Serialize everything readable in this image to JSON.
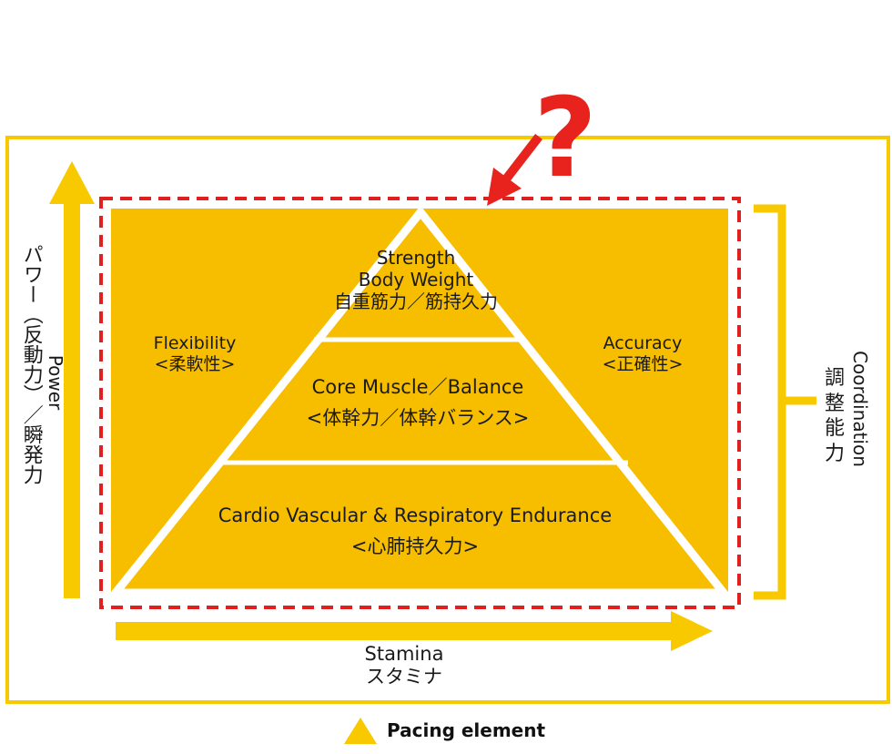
{
  "colors": {
    "fill": "#F7BE00",
    "frame": "#F9C900",
    "dashed": "#E0201E",
    "arrow_mark": "#E8231D"
  },
  "pyramid": {
    "top": {
      "line1": "Strength",
      "line2": "Body Weight",
      "line3": "自重筋力／筋持久力"
    },
    "middle": {
      "line1": "Core Muscle／Balance",
      "line2": "<体幹力／体幹バランス>"
    },
    "bottom": {
      "line1": "Cardio Vascular & Respiratory Endurance",
      "line2": "<心肺持久力>"
    }
  },
  "flexibility": {
    "en": "Flexibility",
    "jp": "<柔軟性>"
  },
  "accuracy": {
    "en": "Accuracy",
    "jp": "<正確性>"
  },
  "power": {
    "en": "Power",
    "jp_lines": [
      "パワー",
      "（反",
      "動力）",
      "／瞬",
      "発力"
    ]
  },
  "coordination": {
    "en": "Coordination",
    "jp_lines": [
      "調",
      "整",
      "能",
      "力"
    ]
  },
  "stamina": {
    "en": "Stamina",
    "jp": "スタミナ"
  },
  "question_mark": "?",
  "legend": {
    "label": "Pacing element",
    "icon": "triangle-icon"
  }
}
